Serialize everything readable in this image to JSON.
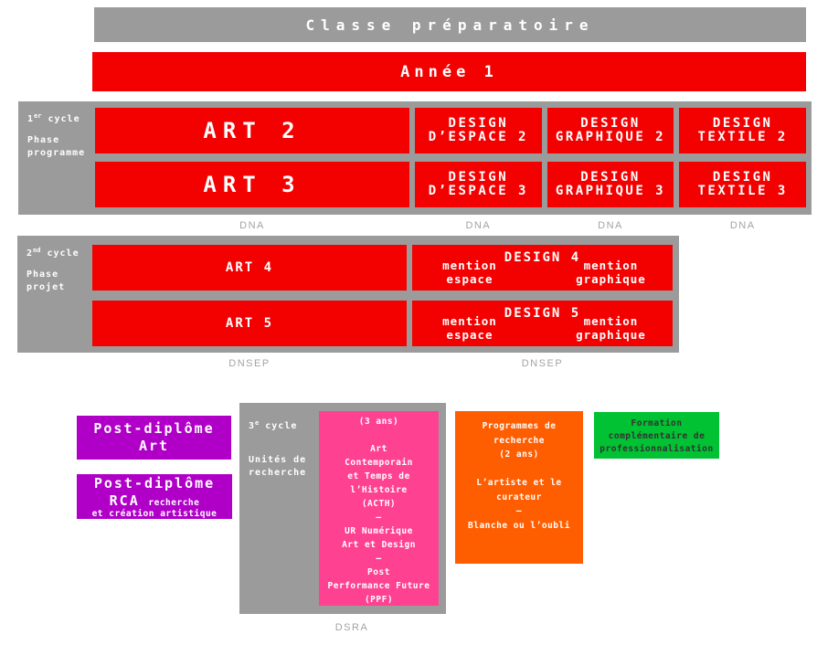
{
  "palette": {
    "red": "#f30000",
    "gray": "#9b9b9b",
    "label_gray": "#a3a3a3",
    "purple": "#b000c8",
    "pink": "#ff4192",
    "orange": "#ff5e00",
    "green": "#00c232",
    "green_text": "#333333"
  },
  "top": {
    "prep_label": "Classe préparatoire",
    "year1_label": "Année 1"
  },
  "cycle1": {
    "title": {
      "base": "1",
      "sup": "er",
      "rest": " cycle"
    },
    "phase_lines": [
      "Phase",
      "programme"
    ],
    "rows": [
      {
        "art": "ART 2",
        "design_boxes": [
          {
            "line1": "DESIGN",
            "line2": "D’ESPACE 2"
          },
          {
            "line1": "DESIGN",
            "line2": "GRAPHIQUE 2"
          },
          {
            "line1": "DESIGN",
            "line2": "TEXTILE 2"
          }
        ]
      },
      {
        "art": "ART 3",
        "design_boxes": [
          {
            "line1": "DESIGN",
            "line2": "D’ESPACE 3"
          },
          {
            "line1": "DESIGN",
            "line2": "GRAPHIQUE 3"
          },
          {
            "line1": "DESIGN",
            "line2": "TEXTILE 3"
          }
        ]
      }
    ],
    "diplomas": [
      "DNA",
      "DNA",
      "DNA",
      "DNA"
    ]
  },
  "cycle2": {
    "title": {
      "base": "2",
      "sup": "nd",
      "rest": " cycle"
    },
    "phase_lines": [
      "Phase",
      "projet"
    ],
    "rows": [
      {
        "art": "ART 4",
        "design_title": "DESIGN 4",
        "mention_left": [
          "mention",
          "espace"
        ],
        "mention_right": [
          "mention",
          "graphique"
        ]
      },
      {
        "art": "ART 5",
        "design_title": "DESIGN 5",
        "mention_left": [
          "mention",
          "espace"
        ],
        "mention_right": [
          "mention",
          "graphique"
        ]
      }
    ],
    "diplomas": [
      "DNSEP",
      "DNSEP"
    ]
  },
  "post_diploma": {
    "box1_lines": [
      "Post-diplôme",
      "Art"
    ],
    "box2_line1": "Post-diplôme",
    "box2_rca": "RCA",
    "box2_rca_suffix": "recherche",
    "box2_line3": "et création artistique"
  },
  "cycle3": {
    "title": {
      "base": "3",
      "sup": "e",
      "rest": " cycle"
    },
    "unit_lines": [
      "Unités de",
      "recherche"
    ],
    "pink_lines": [
      "(3 ans)",
      "",
      "Art",
      "Contemporain",
      "et Temps de",
      "l’Histoire",
      "(ACTH)",
      "—",
      "UR Numérique",
      "Art et Design",
      "—",
      "Post",
      "Performance Future",
      "(PPF)"
    ],
    "diploma": "DSRA"
  },
  "research_programs": {
    "lines": [
      "Programmes de",
      "recherche",
      "(2 ans)",
      "",
      "L’artiste et le",
      "curateur",
      "—",
      "Blanche ou l’oubli"
    ]
  },
  "formation": {
    "lines": [
      "Formation",
      "complémentaire de",
      "professionnalisation"
    ]
  }
}
